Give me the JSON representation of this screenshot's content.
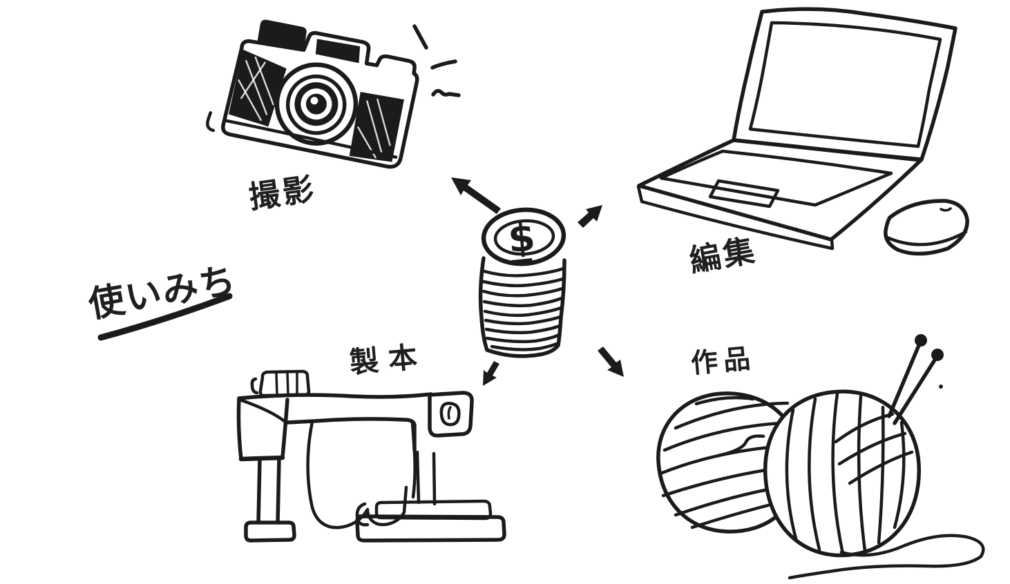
{
  "diagram": {
    "title": "使いみち",
    "center_item": "coin-stack",
    "center_symbol": "$",
    "nodes": [
      {
        "id": "camera",
        "label": "撮影",
        "position": "top-left"
      },
      {
        "id": "laptop-and-mouse",
        "label": "編集",
        "position": "top-right"
      },
      {
        "id": "binding-machine",
        "label": "製本",
        "position": "bottom-left"
      },
      {
        "id": "yarn-balls",
        "label": "作品",
        "position": "bottom-right"
      }
    ],
    "colors": {
      "ink": "#1b1b1b",
      "background": "#ffffff"
    }
  }
}
